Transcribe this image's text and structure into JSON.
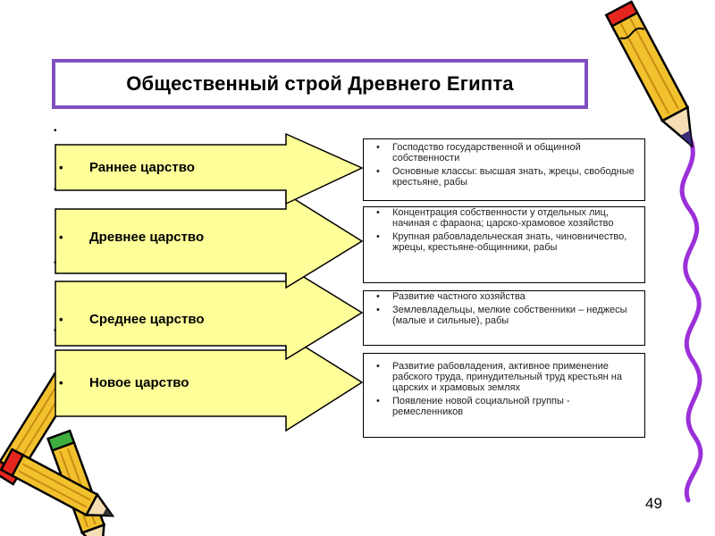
{
  "title": "Общественный строй Древнего Египта",
  "colors": {
    "arrow_fill": "#ffff99",
    "title_border": "#7e4fc0",
    "pencil_yellow": "#f2c12e",
    "pencil_red": "#e5261f",
    "squiggle": "#9b30d9"
  },
  "rows": [
    {
      "label": "Раннее царство",
      "items": [
        "Господство государственной и общинной собственности",
        "Основные классы: высшая знать, жрецы, свободные крестьяне, рабы"
      ]
    },
    {
      "label": "Древнее царство",
      "items": [
        "Концентрация собственности у отдельных лиц, начиная с фараона; царско-храмовое хозяйство",
        "Крупная рабовладельческая знать, чиновничество, жрецы, крестьяне-общинники, рабы"
      ]
    },
    {
      "label": "Среднее царство",
      "items": [
        "Развитие частного хозяйства",
        "Землевладельцы, мелкие собственники – неджесы (малые и сильные), рабы"
      ]
    },
    {
      "label": "Новое царство",
      "items": [
        "Развитие рабовладения, активное применение рабского труда, принудительный труд крестьян на царских и храмовых землях",
        "Появление новой социальной группы - ремесленников"
      ]
    }
  ],
  "page_number": "49",
  "decor_icons": [
    "pencil-icon",
    "crossed-pencils-icon",
    "purple-squiggle"
  ]
}
